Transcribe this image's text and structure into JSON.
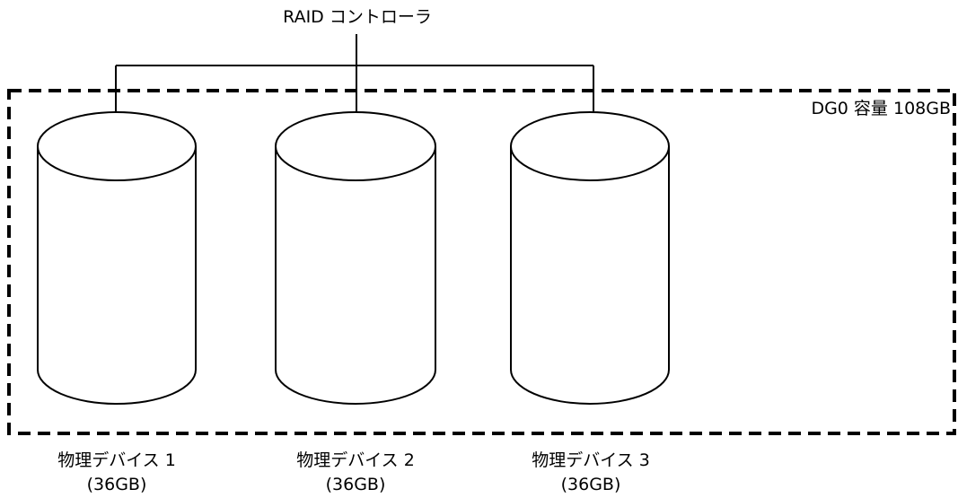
{
  "controller": {
    "label": "RAID コントローラ"
  },
  "disk_group": {
    "label": "DG0  容量 108GB"
  },
  "devices": [
    {
      "name": "物理デバイス 1",
      "capacity": "(36GB)"
    },
    {
      "name": "物理デバイス  2",
      "capacity": "(36GB)"
    },
    {
      "name": "物理デバイス  3",
      "capacity": "(36GB)"
    }
  ],
  "colors": {
    "stroke": "#000000",
    "background": "#ffffff"
  }
}
